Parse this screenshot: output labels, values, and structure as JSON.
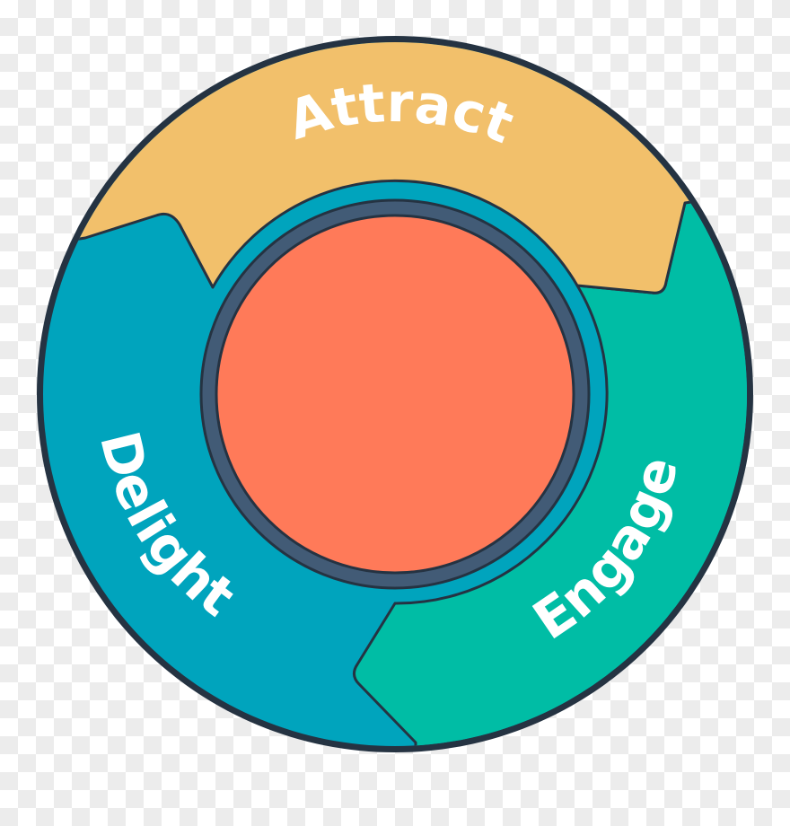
{
  "diagram": {
    "type": "flywheel",
    "segments": [
      {
        "label": "Attract",
        "color": "#F2C06B"
      },
      {
        "label": "Engage",
        "color": "#00BDA5"
      },
      {
        "label": "Delight",
        "color": "#00A4BD"
      }
    ],
    "ring_color": "#425B76",
    "center_color": "#FF7A59",
    "outline_color": "#253342"
  }
}
